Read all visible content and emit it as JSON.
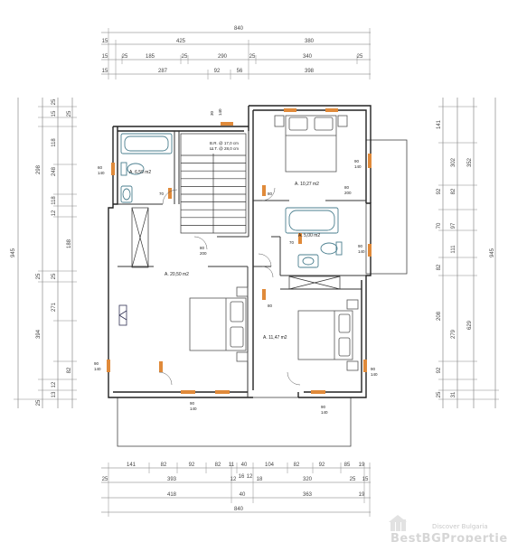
{
  "dimensions": {
    "top_total": "840",
    "top_row2": [
      "15",
      "425",
      "380"
    ],
    "top_row3": [
      "15",
      "25",
      "185",
      "25",
      "290",
      "25",
      "340",
      "25"
    ],
    "top_row4": [
      "15",
      "287",
      "92",
      "56",
      "398"
    ],
    "bottom_row1": [
      "141",
      "82",
      "92",
      "82",
      "11",
      "40",
      "104",
      "82",
      "92",
      "85",
      "19"
    ],
    "bottom_row2": [
      "25",
      "393",
      "12",
      "16",
      "12",
      "18",
      "320",
      "25",
      "15"
    ],
    "bottom_row3": [
      "418",
      "40",
      "363",
      "19"
    ],
    "bottom_total": "840",
    "left_inner": [
      "25",
      "15",
      "118",
      "248",
      "118",
      "12",
      "25",
      "188",
      "25",
      "271",
      "82",
      "12",
      "13",
      "25"
    ],
    "left_mid": [
      "298",
      "394",
      "25"
    ],
    "left_total": "945",
    "right_inner": [
      "141",
      "302",
      "92",
      "82",
      "70",
      "97",
      "111",
      "82",
      "208",
      "279",
      "92",
      "31",
      "25"
    ],
    "right_mid": [
      "352",
      "629"
    ],
    "right_total": "945"
  },
  "rooms": {
    "bath_left": "A. 6,59 m2",
    "bedroom_top_right": "A. 10,27 m2",
    "bath_right": "A. 5,00 m2",
    "bedroom_main": "A. 20,50 m2",
    "bedroom_right": "A. 11,47 m2"
  },
  "stair_notes": [
    "B.R. @ 17,0 cm",
    "Ш.Т. @ 28,0 cm"
  ],
  "door_labels": {
    "win_left_top": [
      "60",
      "140"
    ],
    "win_right_top": [
      "90",
      "140"
    ],
    "win_left_bottom": [
      "90",
      "140"
    ],
    "win_right_mid": [
      "90",
      "140"
    ],
    "win_right_bottom": [
      "90",
      "140"
    ],
    "door_bath_left": "70",
    "door_center": [
      "80",
      "200"
    ],
    "door_room1": [
      "80",
      "200"
    ],
    "door_bath_right": "70",
    "door_hall": "80",
    "door_room2": "80",
    "win_bottom_1": [
      "90",
      "140"
    ],
    "win_bottom_2": [
      "90",
      "140"
    ],
    "win_top": [
      "30",
      "140"
    ]
  },
  "watermark": {
    "line1": "Discover Bulgaria",
    "line2": "BestBGProperties"
  }
}
